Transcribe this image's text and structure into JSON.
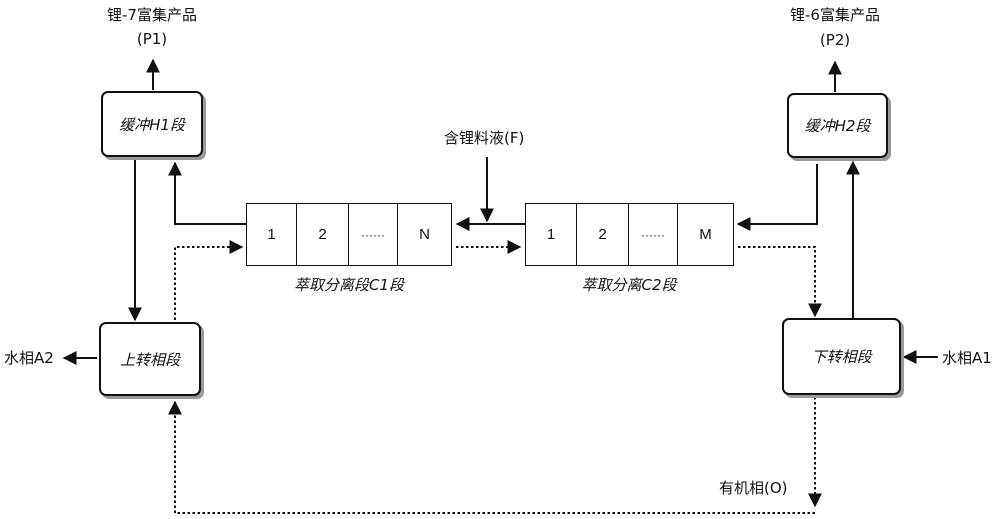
{
  "top_left": {
    "product": "锂-7富集产品",
    "code": "(P1)"
  },
  "top_right": {
    "product": "锂-6富集产品",
    "code": "(P2)"
  },
  "boxes": {
    "buffer_h1": "缓冲H1段",
    "buffer_h2": "缓冲H2段",
    "upper_transfer": "上转相段",
    "lower_transfer": "下转相段"
  },
  "feed": "含锂料液(F)",
  "c1": {
    "cells": [
      "1",
      "2",
      "······",
      "N"
    ],
    "label": "萃取分离段C1段"
  },
  "c2": {
    "cells": [
      "1",
      "2",
      "······",
      "M"
    ],
    "label": "萃取分离C2段"
  },
  "aqueous_out": "水相A2",
  "aqueous_in": "水相A1",
  "organic": "有机相(O)"
}
